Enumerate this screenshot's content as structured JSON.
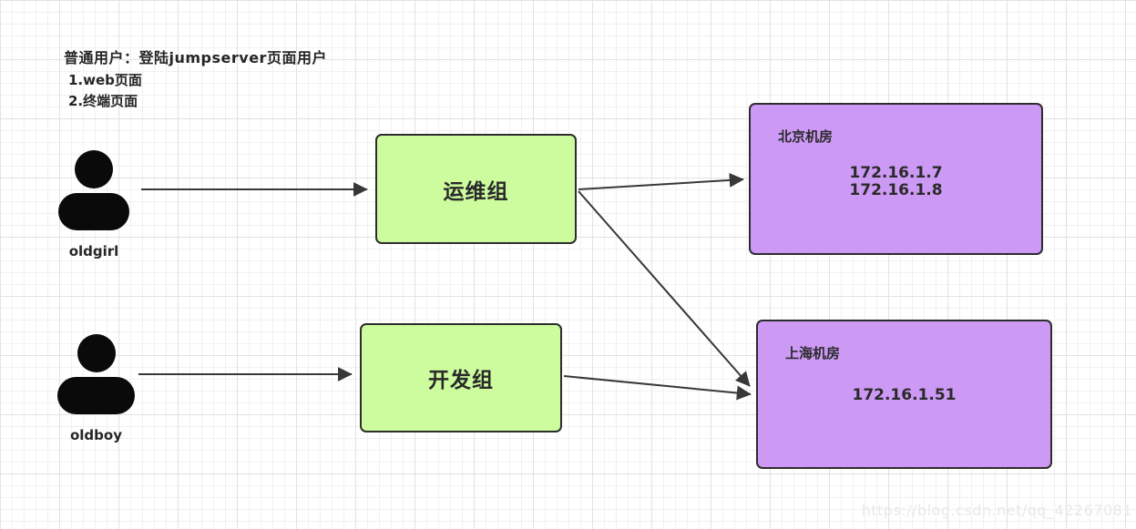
{
  "header": {
    "title": "普通用户：登陆jumpserver页面用户",
    "note1": "1.web页面",
    "note2": "2.终端页面"
  },
  "users": [
    {
      "name": "oldgirl"
    },
    {
      "name": "oldboy"
    }
  ],
  "groups": [
    {
      "label": "运维组"
    },
    {
      "label": "开发组"
    }
  ],
  "datacenters": [
    {
      "title": "北京机房",
      "ips": [
        "172.16.1.7",
        "172.16.1.8"
      ]
    },
    {
      "title": "上海机房",
      "ips": [
        "172.16.1.51"
      ]
    }
  ],
  "edges": [
    {
      "from": "oldgirl",
      "to": "运维组"
    },
    {
      "from": "oldboy",
      "to": "开发组"
    },
    {
      "from": "运维组",
      "to": "北京机房"
    },
    {
      "from": "运维组",
      "to": "上海机房"
    },
    {
      "from": "开发组",
      "to": "上海机房"
    }
  ],
  "watermark": "https://blog.csdn.net/qq_42267081",
  "colors": {
    "group_fill": "#ccfc9e",
    "datacenter_fill": "#cc99f5",
    "shape_border": "#2d2d2d",
    "arrow": "#383838",
    "text": "#262626",
    "watermark": "#e9e9e9",
    "grid_minor": "#f1f1f1",
    "grid_major": "#e2e2e2"
  }
}
